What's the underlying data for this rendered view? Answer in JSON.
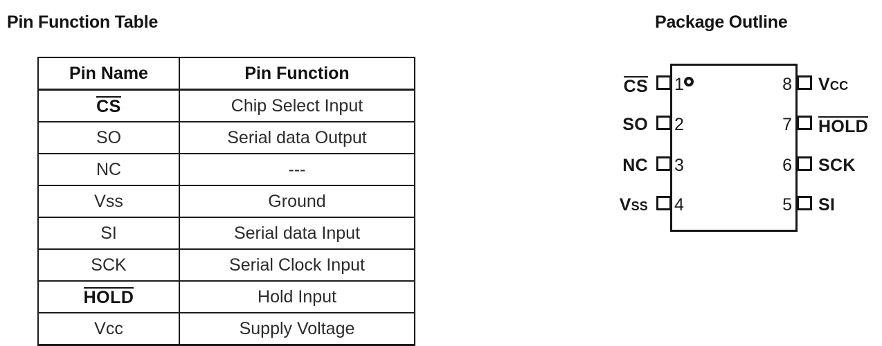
{
  "pin_table": {
    "title": "Pin Function Table",
    "columns": [
      "Pin Name",
      "Pin Function"
    ],
    "rows": [
      {
        "name": "CS",
        "overline": true,
        "bold": true,
        "function": "Chip Select Input"
      },
      {
        "name": "SO",
        "overline": false,
        "bold": false,
        "function": "Serial data Output"
      },
      {
        "name": "NC",
        "overline": false,
        "bold": false,
        "function": "---"
      },
      {
        "name": "Vss",
        "overline": false,
        "bold": false,
        "function": "Ground"
      },
      {
        "name": "SI",
        "overline": false,
        "bold": false,
        "function": "Serial data Input"
      },
      {
        "name": "SCK",
        "overline": false,
        "bold": false,
        "function": "Serial Clock Input"
      },
      {
        "name": "HOLD",
        "overline": true,
        "bold": true,
        "function": "Hold Input"
      },
      {
        "name": "Vcc",
        "overline": false,
        "bold": false,
        "function": "Supply Voltage"
      }
    ]
  },
  "package": {
    "title": "Package Outline",
    "pin1_marker": "pin-one-dot",
    "left_pins": [
      {
        "number": "1",
        "label": "CS",
        "overline": true
      },
      {
        "number": "2",
        "label": "SO",
        "overline": false
      },
      {
        "number": "3",
        "label": "NC",
        "overline": false
      },
      {
        "number": "4",
        "label": "Vss",
        "overline": false,
        "smallcaps": true
      }
    ],
    "right_pins": [
      {
        "number": "8",
        "label": "Vcc",
        "overline": false,
        "smallcaps": true
      },
      {
        "number": "7",
        "label": "HOLD",
        "overline": true
      },
      {
        "number": "6",
        "label": "SCK",
        "overline": false
      },
      {
        "number": "5",
        "label": "SI",
        "overline": false
      }
    ]
  },
  "colors": {
    "ink": "#1a1a1a",
    "background": "#ffffff"
  }
}
